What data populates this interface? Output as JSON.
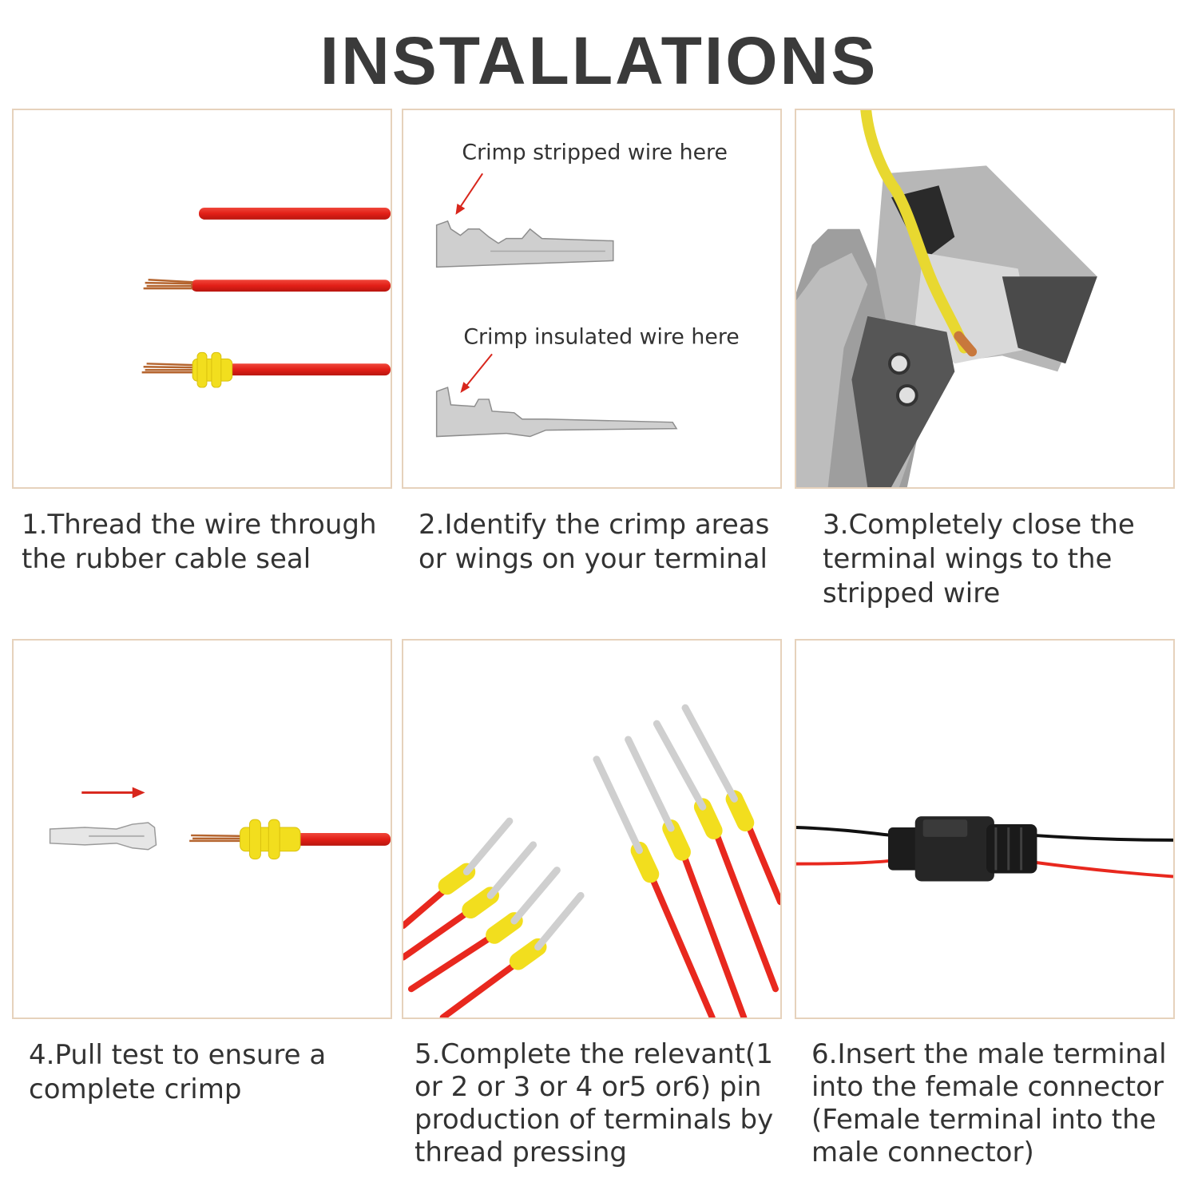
{
  "title": "INSTALLATIONS",
  "colors": {
    "panel_border": "#e6d2bc",
    "wire_red": "#e8281e",
    "seal_yellow": "#f2de1e",
    "wire_black": "#111111",
    "arrow_red": "#d8261c"
  },
  "steps": [
    {
      "caption": "1.Thread the wire through the rubber cable seal"
    },
    {
      "caption": "2.Identify the crimp areas or wings on your terminal",
      "labels": [
        "Crimp stripped wire here",
        "Crimp insulated wire here"
      ]
    },
    {
      "caption": "3.Completely close the terminal wings to the stripped wire"
    },
    {
      "caption": "4.Pull test to ensure a complete crimp"
    },
    {
      "caption": "5.Complete the relevant(1 or 2 or 3 or 4 or5 or6) pin production of terminals by thread pressing"
    },
    {
      "caption": "6.Insert  the male terminal into the female connector (Female terminal into the male connector)"
    }
  ]
}
